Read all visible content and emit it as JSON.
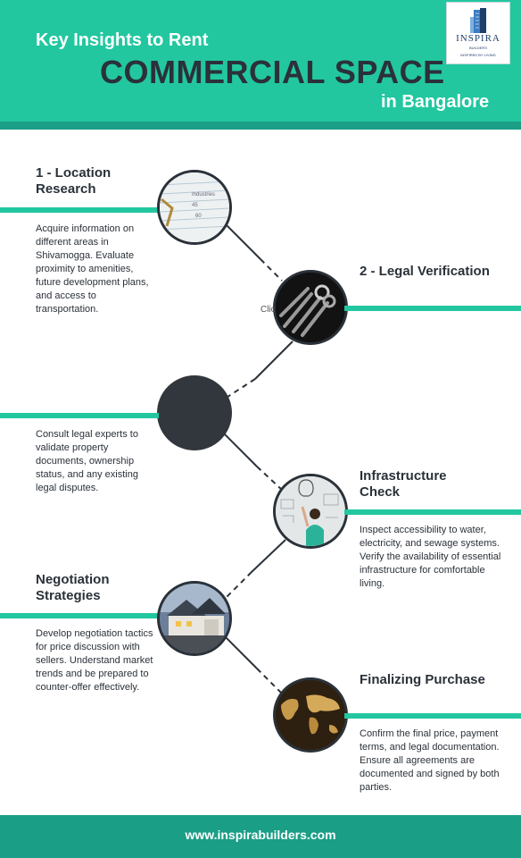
{
  "header": {
    "title_line1": "Key Insights to Rent",
    "title_line2": "COMMERCIAL SPACE",
    "title_line3": "in Bangalore"
  },
  "logo": {
    "name": "INSPIRA",
    "sub": "BUILDERS",
    "tagline": "INSPIRED BY LIVING"
  },
  "steps": [
    {
      "heading": "1 - Location Research",
      "description": "Acquire information on different areas in Shivamogga. Evaluate proximity to amenities, future development plans, and access to transportation.",
      "image": "notebook-photo"
    },
    {
      "heading": "2 - Legal Verification",
      "description": "Consult legal experts to validate property documents, ownership status, and any existing legal disputes.",
      "image": "keys-photo"
    },
    {
      "heading": "Infrastructure Check",
      "description": "Inspect accessibility to water, electricity, and sewage systems. Verify the availability of essential infrastructure for comfortable living.",
      "image": "person-with-lightbulb-photo"
    },
    {
      "heading": "Negotiation Strategies",
      "description": "Develop negotiation tactics for price discussion with sellers. Understand market trends and be prepared to counter-offer effectively.",
      "image": "house-photo"
    },
    {
      "heading": "Finalizing Purchase",
      "description": "Confirm the final price, payment terms, and legal documentation. Ensure all agreements are documented and signed by both parties.",
      "image": "world-map-photo"
    }
  ],
  "stray_text": "Clic",
  "footer": {
    "url": "www.inspirabuilders.com"
  },
  "colors": {
    "accent": "#22c7a0",
    "accent_dark": "#1a9e86",
    "text": "#2a3139"
  }
}
